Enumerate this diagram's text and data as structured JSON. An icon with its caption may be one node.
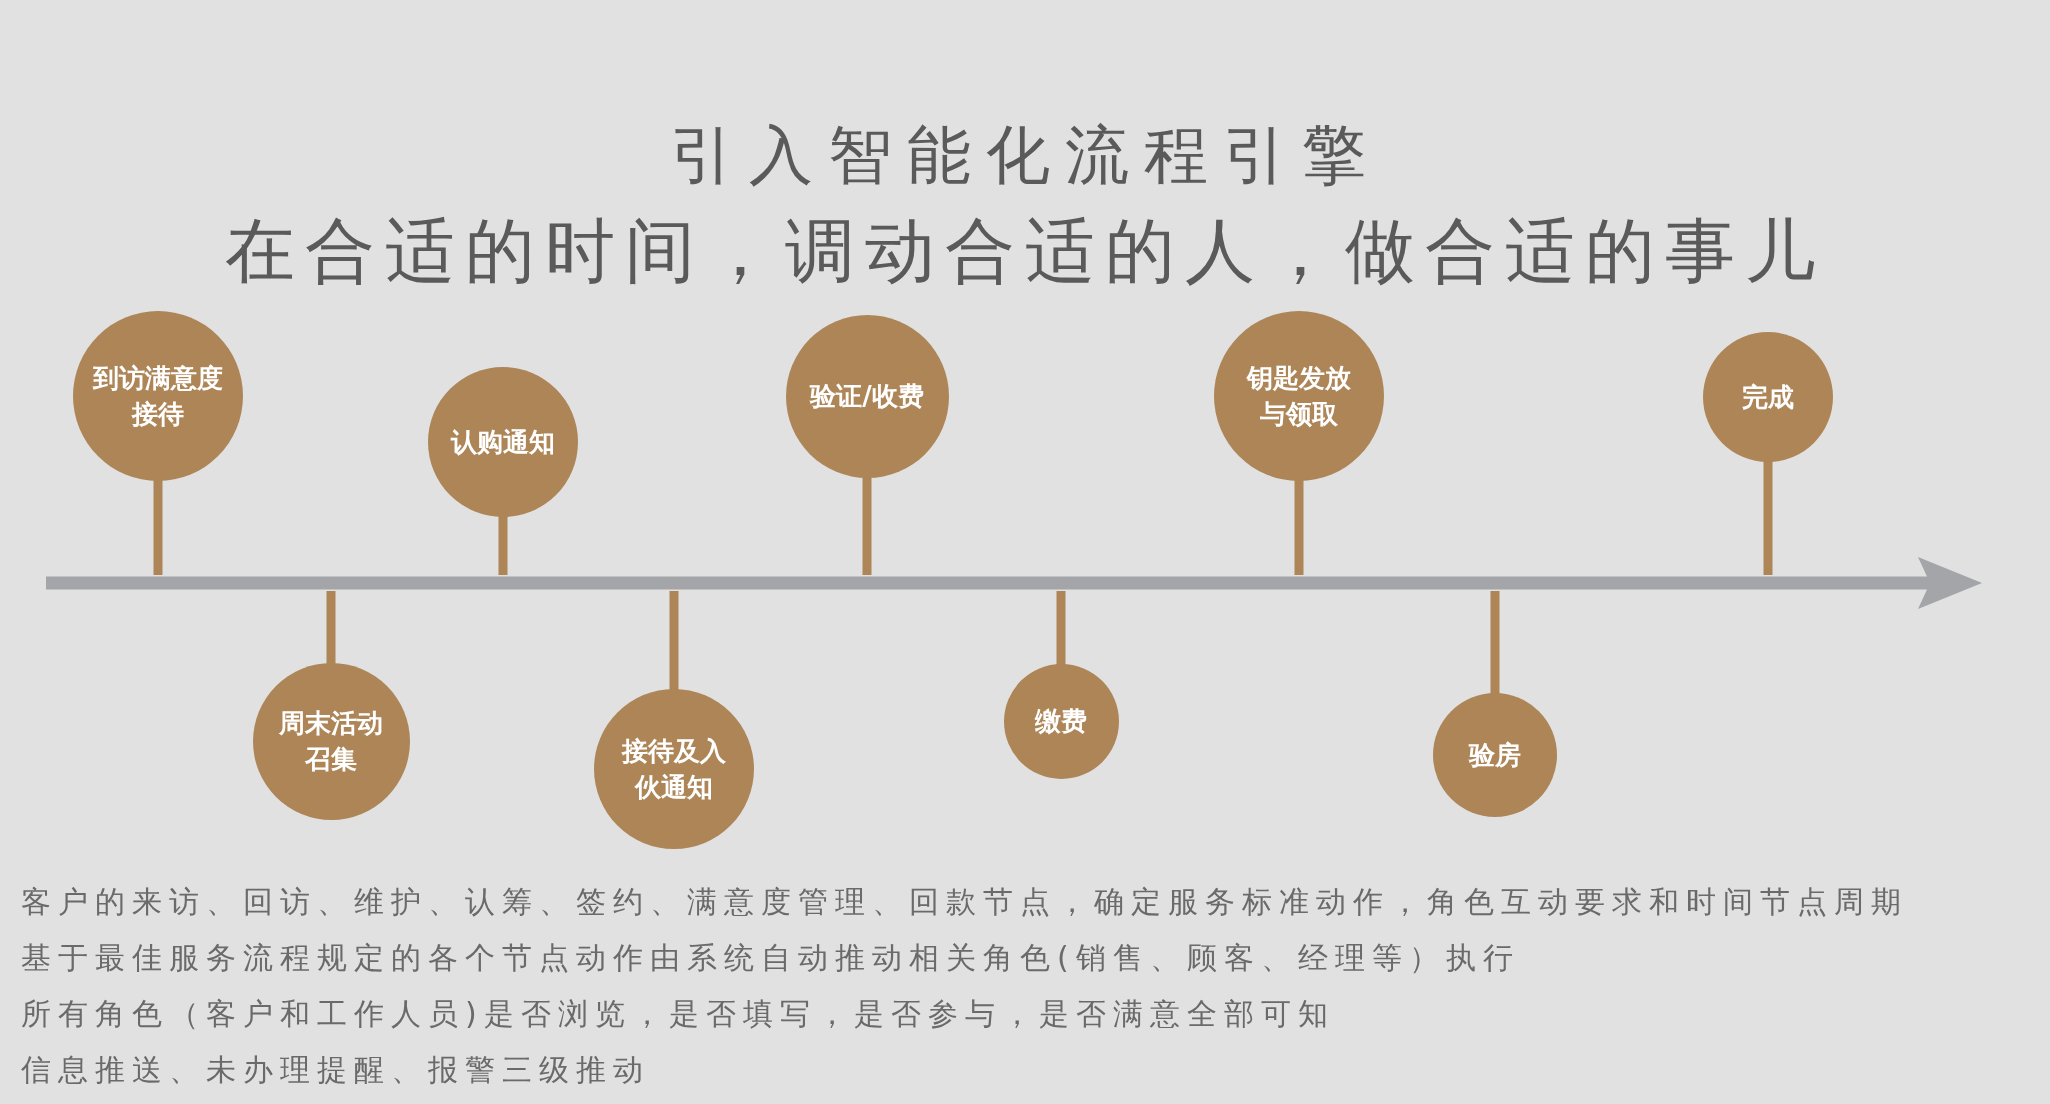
{
  "diagram": {
    "title": "引入智能化流程引擎",
    "nodes": [
      {
        "text": [
          "到访满意度接待"
        ]
      },
      {
        "text": [
          "周末活动召集"
        ]
      },
      {
        "text": [
          "认购通知"
        ]
      },
      {
        "text": [
          "接待及入伙通知"
        ]
      },
      {
        "text": [
          "验证/收费"
        ]
      },
      {
        "text": [
          "缴费"
        ]
      },
      {
        "text": [
          "钥匙发放与领取"
        ]
      },
      {
        "text": [
          "验房"
        ]
      },
      {
        "text": [
          "完成"
        ]
      }
    ],
    "labels": [
      "在合适的时间，调动合适的人，做合适的事儿",
      "客户的来访、回访、维护、认筹、签约、满意度管理、回款节点，确定服务标准动作，角色互动要求和时间节点周期",
      "基于最佳服务流程规定的各个节点动作由系统自动推动相关角色(销售、顾客、经理等）执行",
      "所有角色（客户和工作人员)是否浏览，是否填写，是否参与，是否满意全部可知",
      "信息推送、未办理提醒、报警三级推动"
    ]
  }
}
